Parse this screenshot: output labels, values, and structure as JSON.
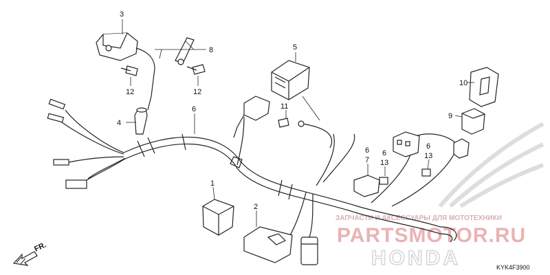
{
  "callouts": [
    {
      "id": "c1",
      "text": "1"
    },
    {
      "id": "c2",
      "text": "2"
    },
    {
      "id": "c3",
      "text": "3"
    },
    {
      "id": "c4",
      "text": "4"
    },
    {
      "id": "c5",
      "text": "5"
    },
    {
      "id": "c6a",
      "text": "6"
    },
    {
      "id": "c6b",
      "text": "6"
    },
    {
      "id": "c6c",
      "text": "6"
    },
    {
      "id": "c6d",
      "text": "6"
    },
    {
      "id": "c7",
      "text": "7"
    },
    {
      "id": "c8",
      "text": "8"
    },
    {
      "id": "c9",
      "text": "9"
    },
    {
      "id": "c10",
      "text": "10"
    },
    {
      "id": "c11",
      "text": "11"
    },
    {
      "id": "c12a",
      "text": "12"
    },
    {
      "id": "c12b",
      "text": "12"
    },
    {
      "id": "c13a",
      "text": "13"
    },
    {
      "id": "c13b",
      "text": "13"
    }
  ],
  "direction_label": "FR.",
  "diagram_code": "KYK4F3900",
  "watermark": {
    "tagline": "ЗАПЧАСТИ И АКСЕССУАРЫ ДЛЯ МОТОТЕХНИКИ",
    "brand": "PARTSMOTOR.RU",
    "logo": "HONDA"
  },
  "colors": {
    "line": "#222222",
    "watermark_red": "#e8a8a8",
    "watermark_gray": "#d0d0d0"
  }
}
